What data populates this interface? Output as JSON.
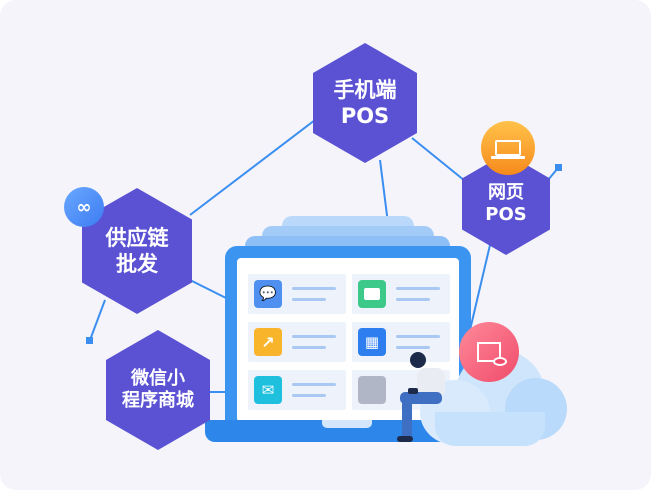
{
  "nodes": {
    "mobile_pos": {
      "line1": "手机端",
      "line2": "POS"
    },
    "web_pos": {
      "line1": "网页",
      "line2": "POS"
    },
    "supply_chain": {
      "line1": "供应链",
      "line2": "批发"
    },
    "wechat_mall": {
      "line1": "微信小",
      "line2": "程序商城"
    }
  },
  "colors": {
    "hex": "#5b52d3",
    "line": "#3a8ef0",
    "laptop": "#3b94f0"
  }
}
